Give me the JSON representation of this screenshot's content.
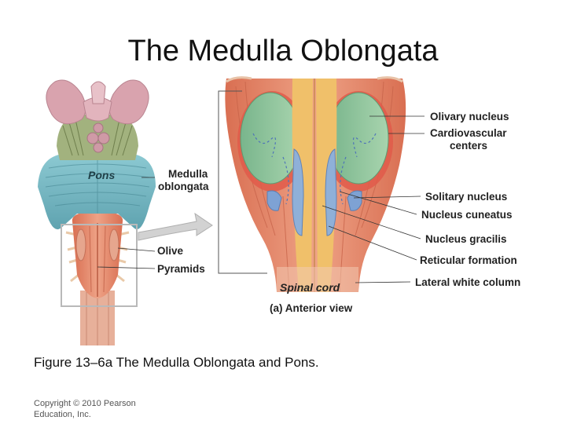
{
  "slide": {
    "title": "The Medulla Oblongata",
    "caption": "Figure 13–6a The Medulla Oblongata and Pons.",
    "copyright": "Copyright © 2010 Pearson Education, Inc."
  },
  "left_figure": {
    "labels": {
      "pons": "Pons",
      "medulla_line1": "Medulla",
      "medulla_line2": "oblongata",
      "olive": "Olive",
      "pyramids": "Pyramids"
    }
  },
  "right_figure": {
    "labels": {
      "olivary_nucleus": "Olivary nucleus",
      "cardiovascular_line1": "Cardiovascular",
      "cardiovascular_line2": "centers",
      "solitary_nucleus": "Solitary nucleus",
      "nucleus_cuneatus": "Nucleus cuneatus",
      "nucleus_gracilis": "Nucleus gracilis",
      "reticular_formation": "Reticular formation",
      "lateral_white_column": "Lateral white column",
      "spinal_cord": "Spinal cord",
      "view_caption": "(a) Anterior view"
    }
  },
  "colors": {
    "pink_tissue": "#d9a0aa",
    "green_tissue": "#9fb07a",
    "blue_pons": "#6fb4c0",
    "medulla_red": "#e08466",
    "olive_green": "#8cc49a",
    "tract_yellow": "#f0c06a",
    "tract_blue": "#8fb0d8"
  }
}
